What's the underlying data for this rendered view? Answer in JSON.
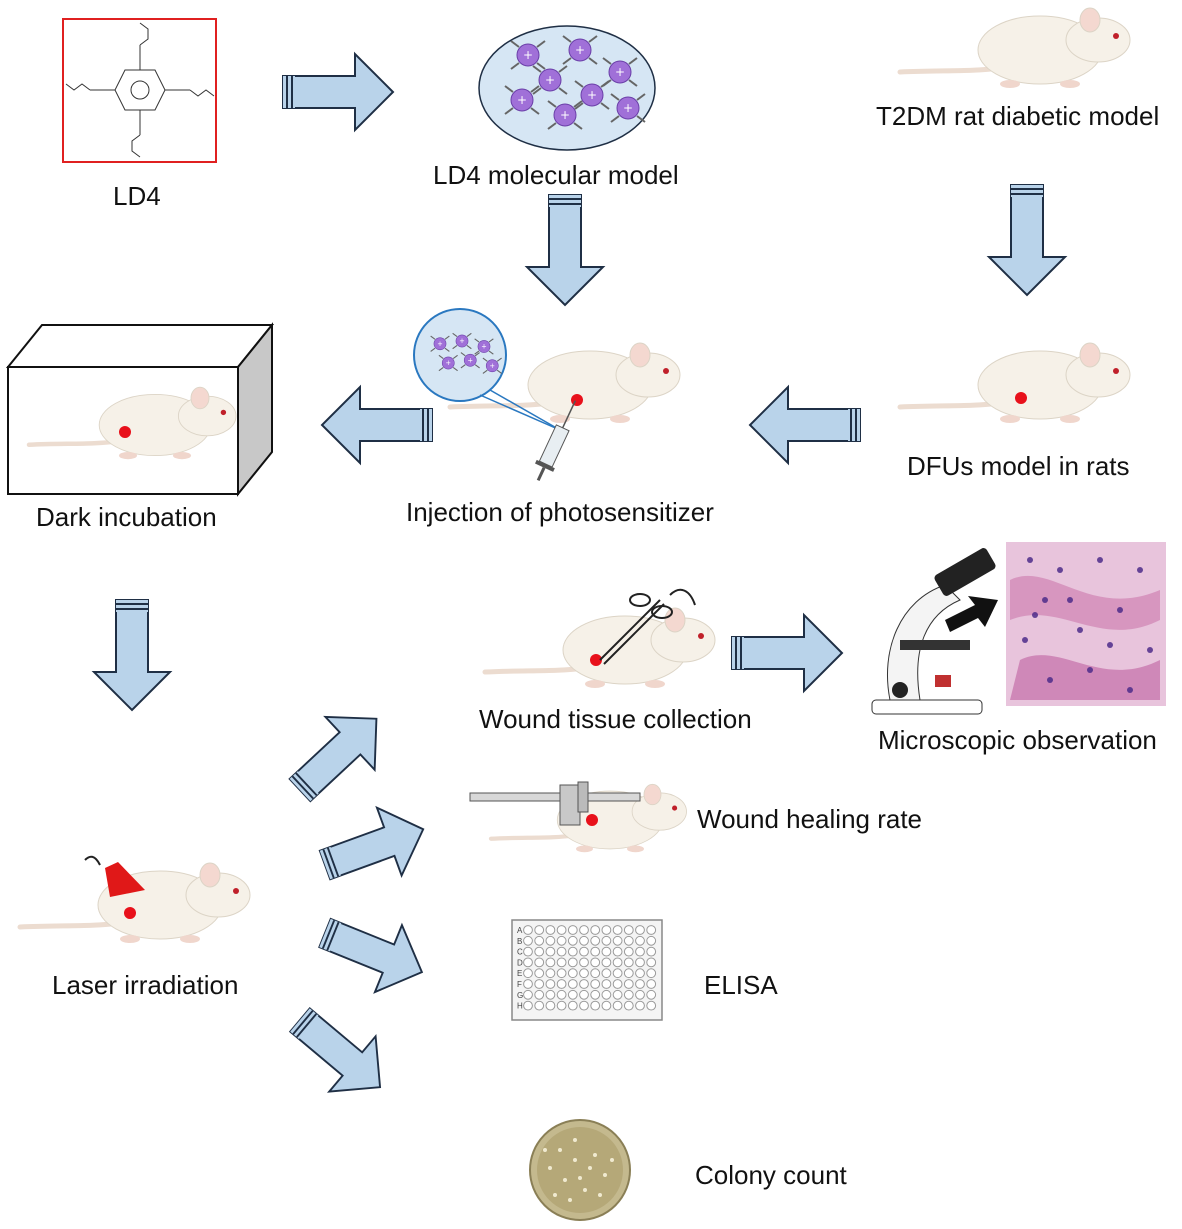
{
  "labels": {
    "ld4": "LD4",
    "ld4_model": "LD4 molecular model",
    "t2dm": "T2DM rat diabetic model",
    "dark": "Dark incubation",
    "injection": "Injection of photosensitizer",
    "dfus": "DFUs model in rats",
    "wound_collection": "Wound tissue collection",
    "microscopic": "Microscopic observation",
    "healing_rate": "Wound healing rate",
    "laser": "Laser irradiation",
    "elisa": "ELISA",
    "colony": "Colony count"
  },
  "elisa_rows": [
    "A",
    "B",
    "C",
    "D",
    "E",
    "F",
    "G",
    "H"
  ],
  "colors": {
    "arrow_fill": "#b9d3ea",
    "arrow_stroke": "#1f2f45",
    "wound_red": "#e8111b",
    "molecule_purple": "#a070d8",
    "ld4_frame": "#e02020"
  }
}
